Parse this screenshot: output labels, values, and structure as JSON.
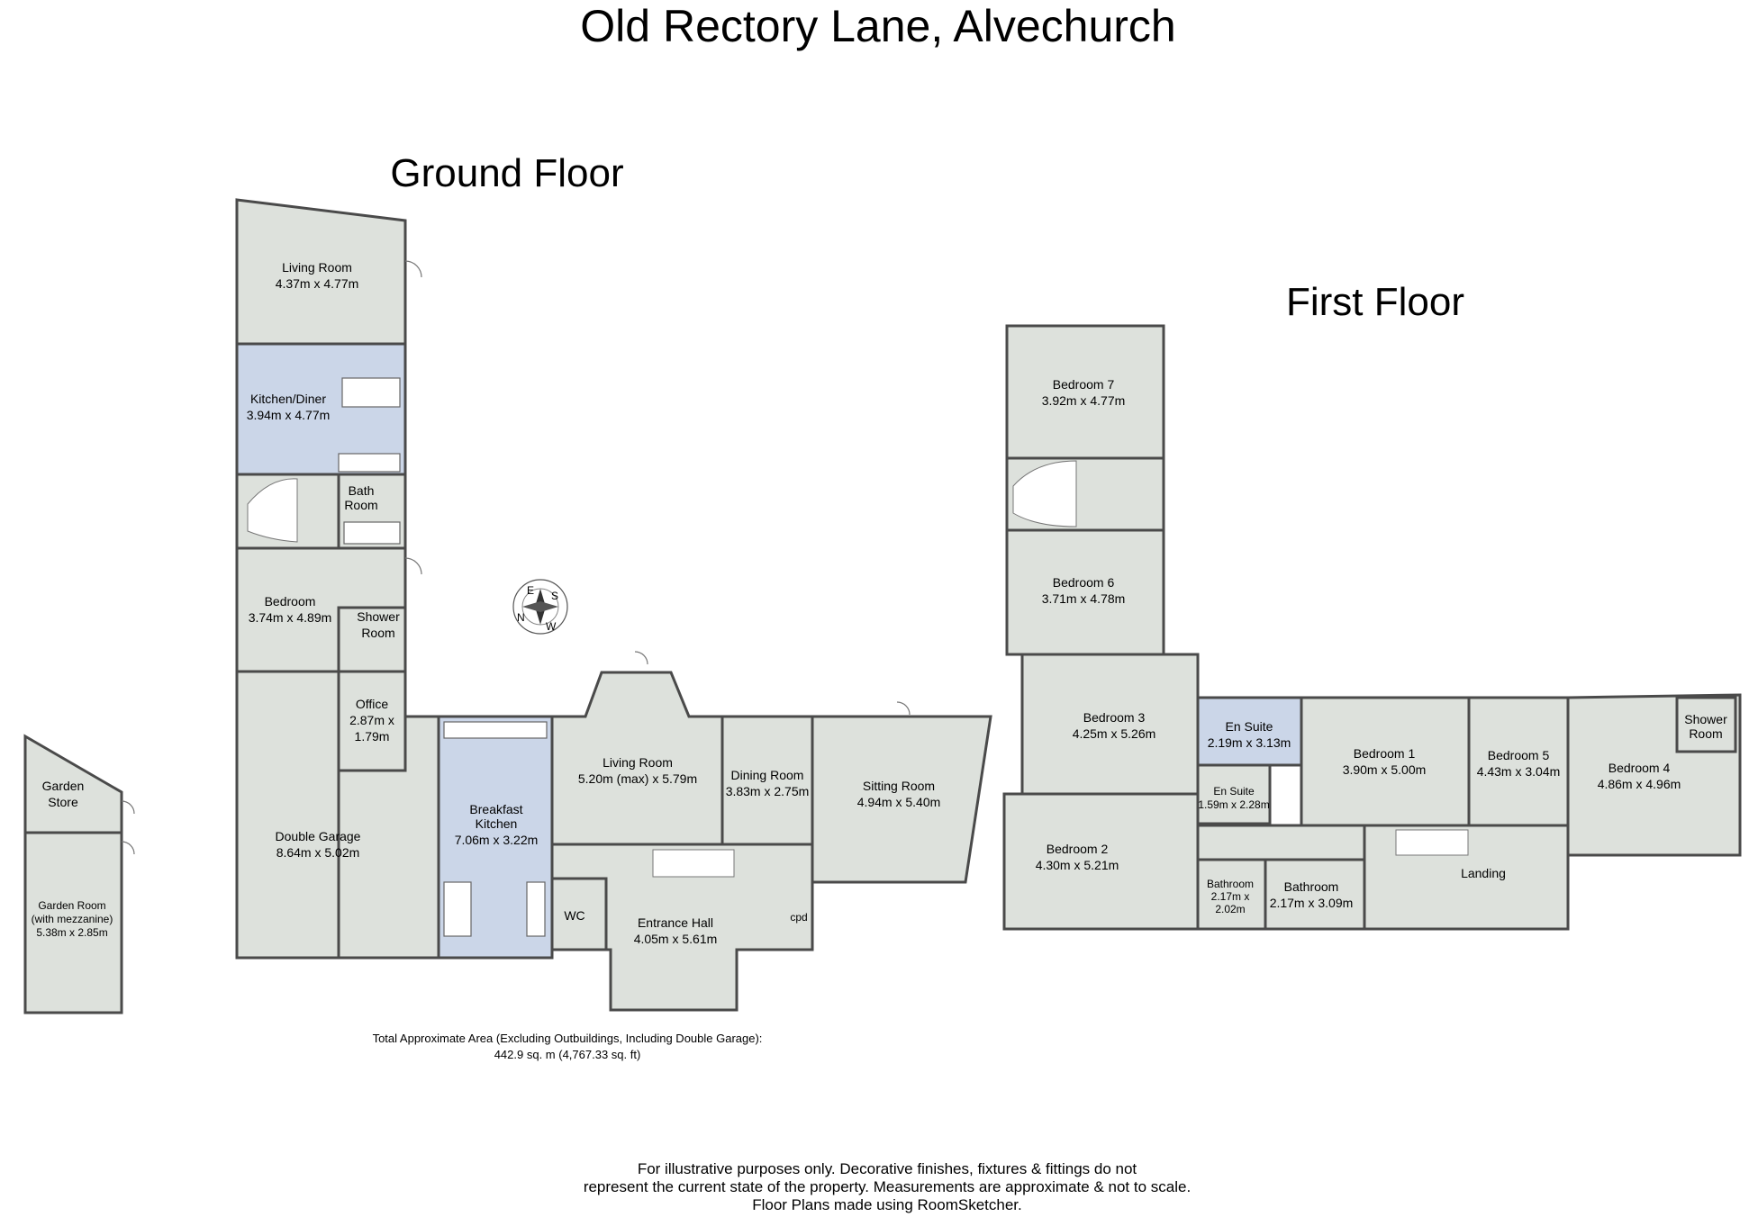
{
  "title": "Old Rectory Lane, Alvechurch",
  "floors": {
    "ground": {
      "heading": "Ground Floor"
    },
    "first": {
      "heading": "First Floor"
    }
  },
  "rooms": {
    "g_living_room": {
      "name": "Living Room",
      "size": "4.37m x 4.77m"
    },
    "g_kitchen_diner": {
      "name": "Kitchen/Diner",
      "size": "3.94m x 4.77m"
    },
    "g_bath_room": {
      "line1": "Bath",
      "line2": "Room"
    },
    "g_bedroom": {
      "name": "Bedroom",
      "size": "3.74m x 4.89m"
    },
    "g_shower_room": {
      "line1": "Shower",
      "line2": "Room"
    },
    "g_office": {
      "name": "Office",
      "size1": "2.87m x",
      "size2": "1.79m"
    },
    "g_double_garage": {
      "name": "Double Garage",
      "size": "8.64m x 5.02m"
    },
    "g_breakfast_kitchen": {
      "line1": "Breakfast",
      "line2": "Kitchen",
      "size": "7.06m x 3.22m"
    },
    "g_living_room_2": {
      "name": "Living Room",
      "size": "5.20m (max) x 5.79m"
    },
    "g_dining_room": {
      "name": "Dining Room",
      "size": "3.83m x 2.75m"
    },
    "g_sitting_room": {
      "name": "Sitting Room",
      "size": "4.94m x 5.40m"
    },
    "g_wc": {
      "name": "WC"
    },
    "g_entrance_hall": {
      "name": "Entrance Hall",
      "size": "4.05m x 5.61m"
    },
    "g_cpd": {
      "name": "cpd"
    },
    "g_garden_store": {
      "line1": "Garden",
      "line2": "Store"
    },
    "g_garden_room": {
      "name": "Garden Room",
      "note": "(with mezzanine)",
      "size": "5.38m x 2.85m"
    },
    "f_bedroom7": {
      "name": "Bedroom 7",
      "size": "3.92m x 4.77m"
    },
    "f_bedroom6": {
      "name": "Bedroom 6",
      "size": "3.71m x 4.78m"
    },
    "f_bedroom3": {
      "name": "Bedroom 3",
      "size": "4.25m x 5.26m"
    },
    "f_en_suite_1": {
      "name": "En Suite",
      "size": "2.19m x 3.13m"
    },
    "f_en_suite_2": {
      "name": "En Suite",
      "size": "1.59m x 2.28m"
    },
    "f_bedroom1": {
      "name": "Bedroom 1",
      "size": "3.90m x 5.00m"
    },
    "f_bedroom5": {
      "name": "Bedroom 5",
      "size": "4.43m x 3.04m"
    },
    "f_shower_room": {
      "line1": "Shower",
      "line2": "Room"
    },
    "f_bedroom4": {
      "name": "Bedroom 4",
      "size": "4.86m x 4.96m"
    },
    "f_bedroom2": {
      "name": "Bedroom 2",
      "size": "4.30m x 5.21m"
    },
    "f_bathroom_small": {
      "name": "Bathroom",
      "size1": "2.17m x",
      "size2": "2.02m"
    },
    "f_bathroom": {
      "name": "Bathroom",
      "size": "2.17m x 3.09m"
    },
    "f_landing": {
      "name": "Landing"
    }
  },
  "compass": {
    "n": "N",
    "e": "E",
    "s": "S",
    "w": "W"
  },
  "area_note": {
    "line1": "Total Approximate Area (Excluding Outbuildings, Including Double Garage):",
    "line2": "442.9 sq. m (4,767.33 sq. ft)"
  },
  "disclaimer": {
    "line1": "For illustrative purposes only. Decorative finishes, fixtures & fittings do not",
    "line2": "represent the current state of the property. Measurements are approximate & not to scale.",
    "line3": "Floor Plans made using RoomSketcher."
  },
  "colors": {
    "floor": "#dde1dc",
    "kitchen": "#cbd6e8",
    "wall": "#4a4a4a"
  }
}
